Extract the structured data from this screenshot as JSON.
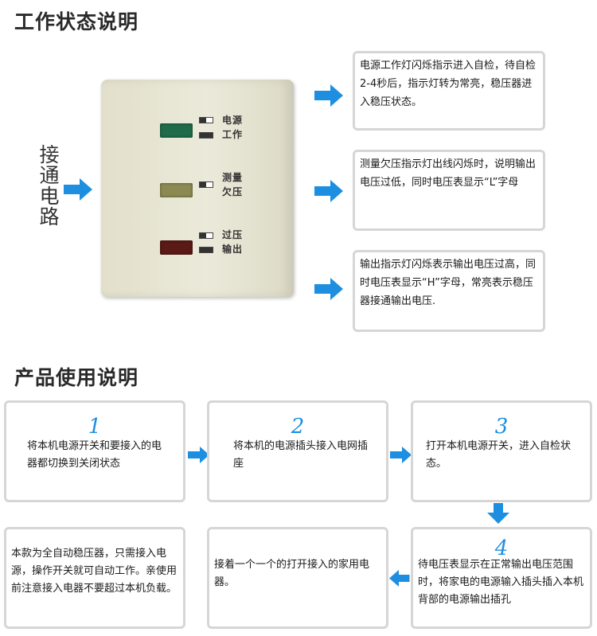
{
  "section1": {
    "title": "工作状态说明",
    "side_label": "接\n通\n电\n路",
    "panel": {
      "power_label_1": "电源",
      "power_label_2": "工作",
      "under_label_1": "测量",
      "under_label_2": "欠压",
      "over_label_1": "过压",
      "over_label_2": "输出",
      "led_colors": {
        "power": "#1f6b4a",
        "under": "#8c8a52",
        "over": "#5a1a16"
      }
    },
    "info": [
      "电源工作灯闪烁指示进入自检，待自检2-4秒后，指示灯转为常亮，稳压器进入稳压状态。",
      "测量欠压指示灯出线闪烁时，说明输出电压过低，同时电压表显示“L”字母",
      "输出指示灯闪烁表示输出电压过高，同时电压表显示“H”字母，常亮表示稳压器接通输出电压."
    ]
  },
  "section2": {
    "title": "产品使用说明",
    "steps": [
      {
        "num": "1",
        "text": "将本机电源开关和要接入的电器都切换到关闭状态"
      },
      {
        "num": "2",
        "text": "将本机的电源插头接入电网插座"
      },
      {
        "num": "3",
        "text": "打开本机电源开关，进入自检状态。"
      },
      {
        "num": "4",
        "text": "待电压表显示在正常输出电压范围时，将家电的电源输入插头插入本机背部的电源输出插孔"
      },
      {
        "text": "接着一个一个的打开接入的家用电器。"
      },
      {
        "text": "本款为全自动稳压器，只需接入电源，操作开关就可自动工作。亲使用前注意接入电器不要超过本机负载。"
      }
    ]
  },
  "colors": {
    "accent": "#1e8fe0",
    "box_border": "#d6d6d6"
  }
}
